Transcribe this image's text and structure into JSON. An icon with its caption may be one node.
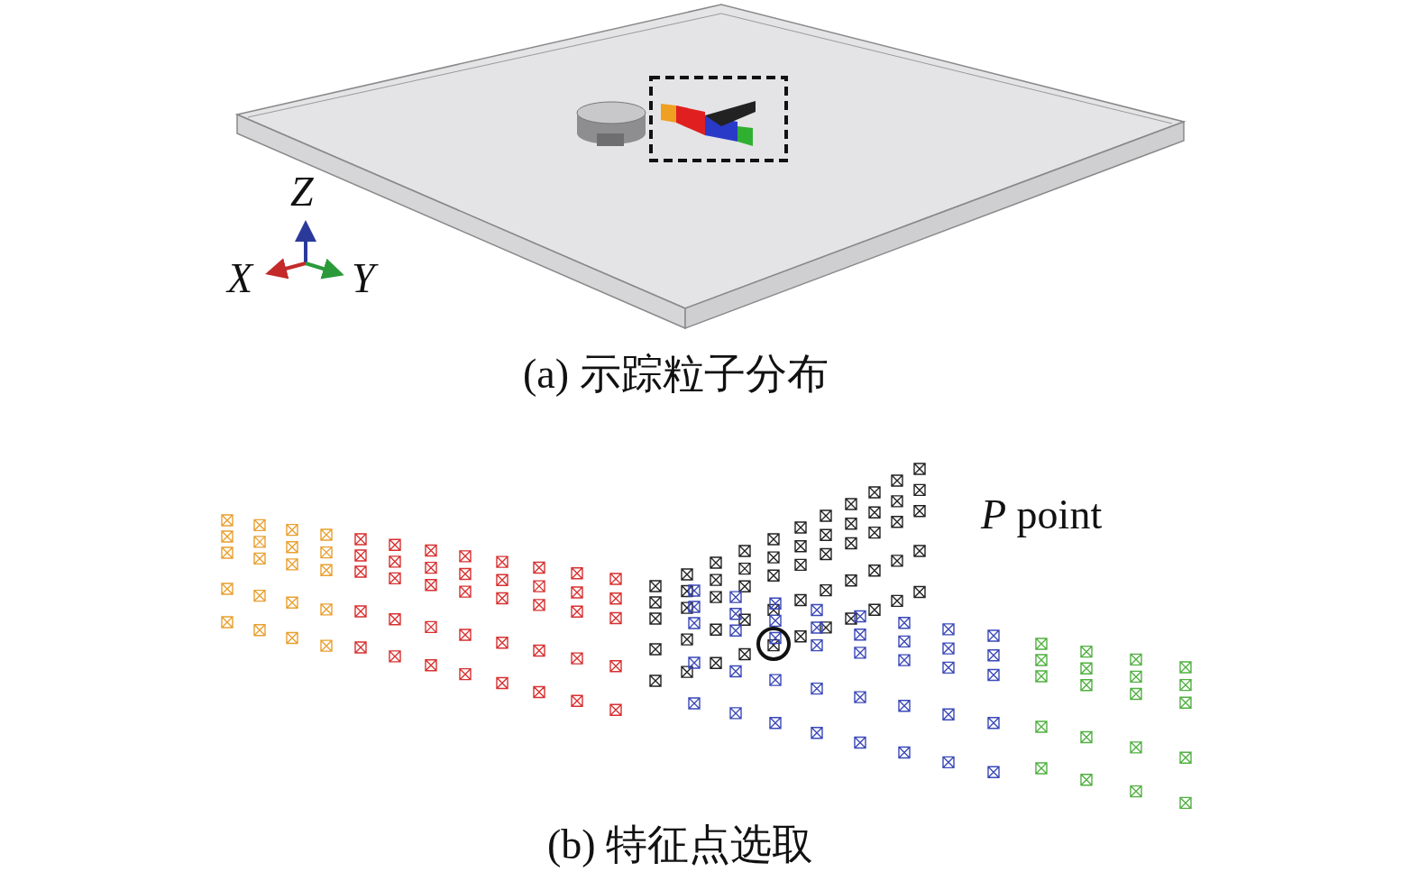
{
  "diagram": {
    "labels": [
      "Z",
      "X",
      "Y",
      "(a) 示踪粒子分布",
      "*P* point",
      "(b) 特征点选取"
    ]
  }
}
